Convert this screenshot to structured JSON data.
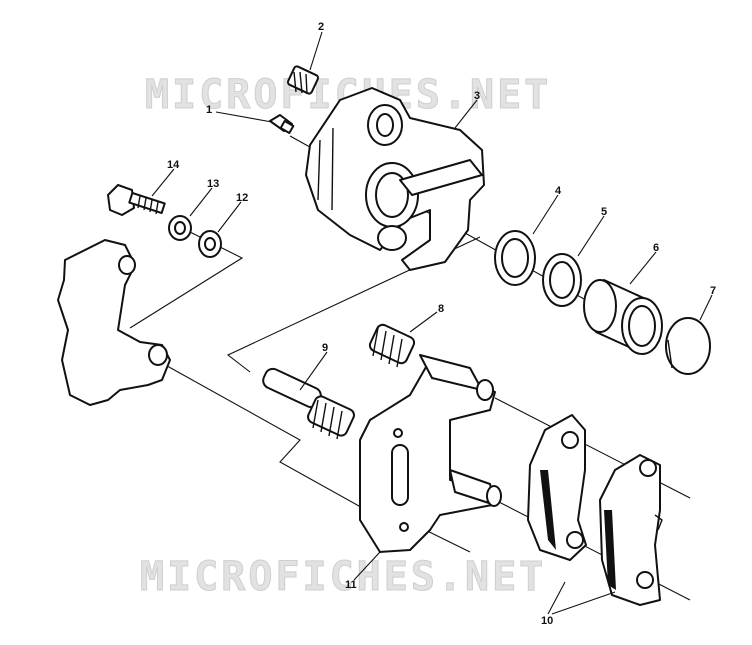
{
  "watermark": {
    "text": "MICROFICHES.NET"
  },
  "callouts": [
    "1",
    "2",
    "3",
    "4",
    "5",
    "6",
    "7",
    "8",
    "9",
    "10",
    "11",
    "12",
    "13",
    "14"
  ],
  "colors": {
    "ink": "#111111",
    "background": "#ffffff",
    "watermark": "#e2e2e2"
  }
}
